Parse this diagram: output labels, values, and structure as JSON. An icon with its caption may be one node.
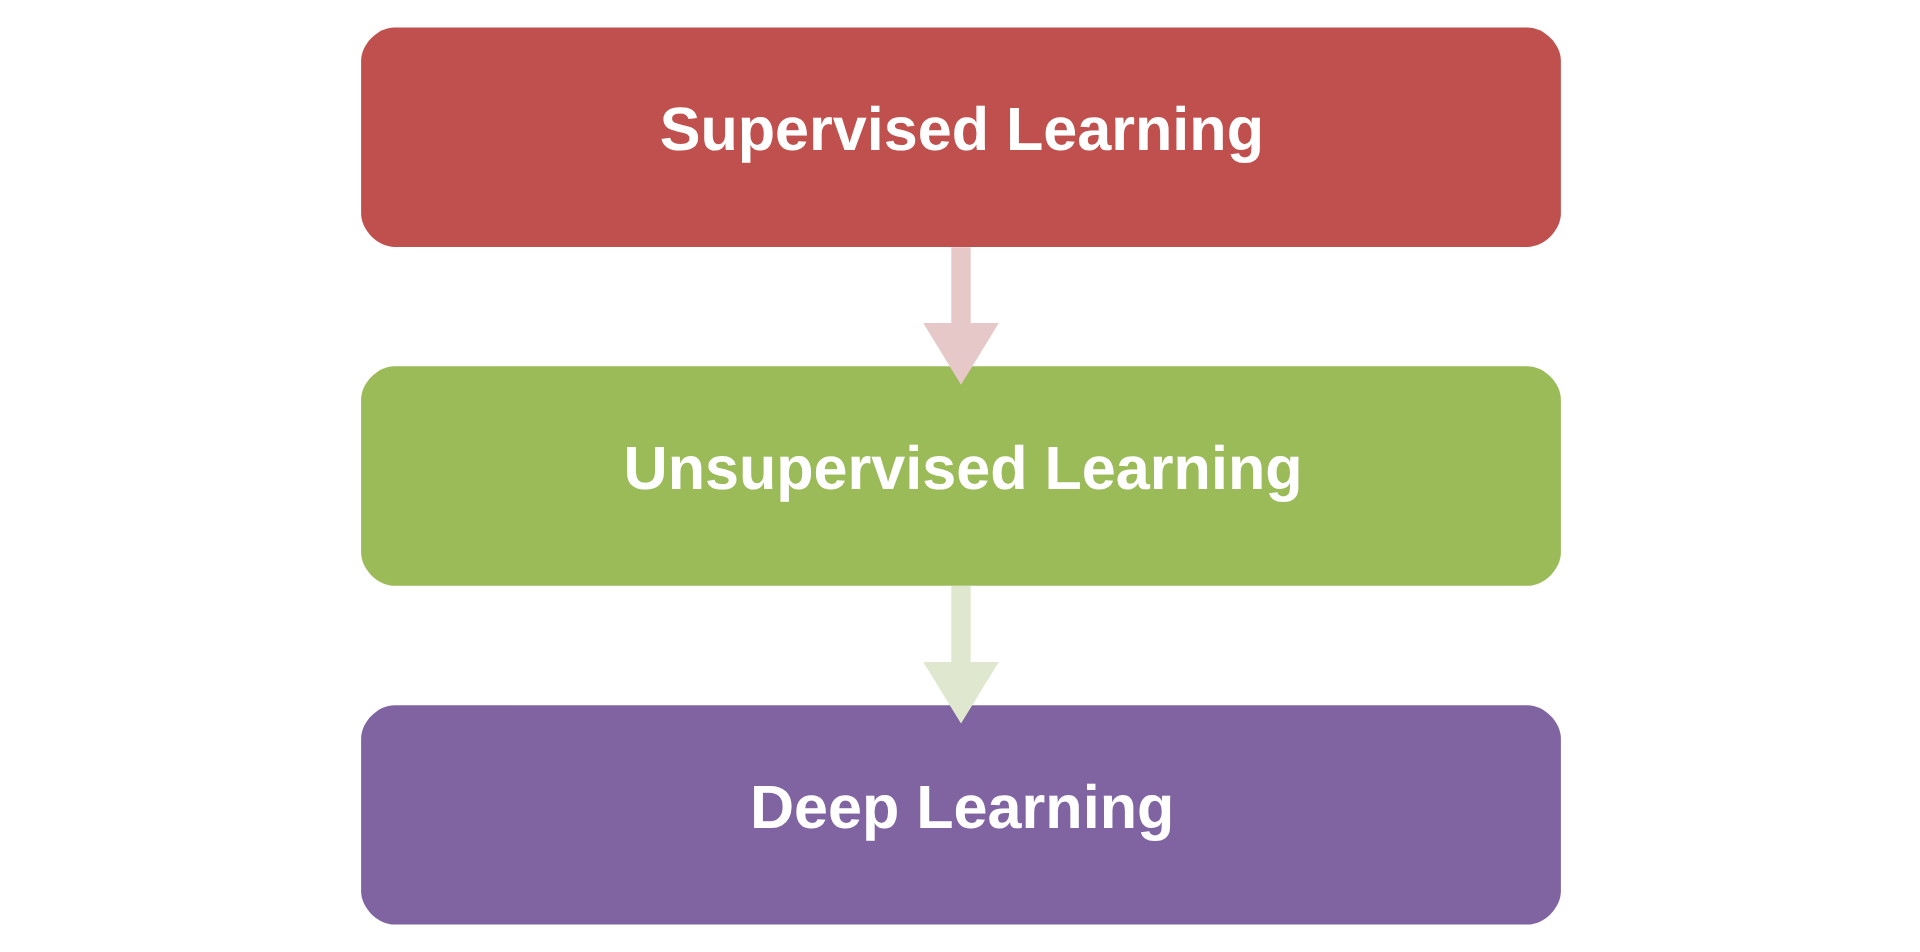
{
  "diagram": {
    "nodes": [
      {
        "text": [
          "Supervised Learning"
        ]
      },
      {
        "text": [
          "Unsupervised Learning"
        ]
      },
      {
        "text": [
          "Deep Learning"
        ]
      }
    ],
    "edges": [
      {
        "from": 0,
        "to": 1,
        "arrow": "to"
      },
      {
        "from": 1,
        "to": 2,
        "arrow": "to"
      }
    ]
  }
}
